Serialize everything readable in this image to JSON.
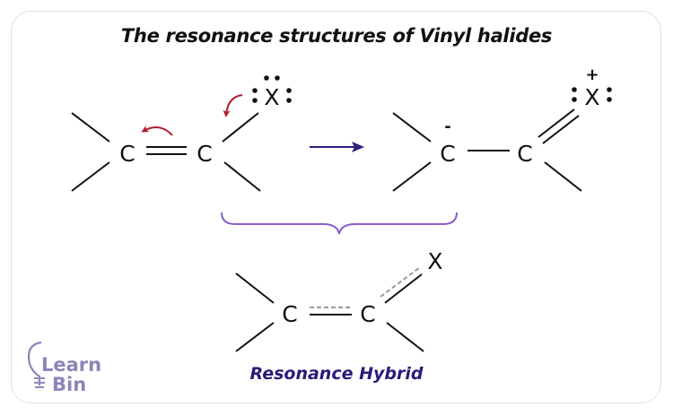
{
  "title": "The resonance structures of Vinyl halides",
  "structure_left": {
    "carbon_1": "C",
    "carbon_2": "C",
    "halogen": "X",
    "bond_type": "double C=C, single C-X",
    "arrows": [
      "curved-arrow-lone-pair-to-bond",
      "curved-arrow-pi-bond-to-carbon"
    ]
  },
  "structure_right": {
    "carbon_1": "C",
    "carbon_1_charge": "-",
    "carbon_2": "C",
    "halogen": "X",
    "halogen_charge": "+",
    "bond_type": "single C-C, double C=X"
  },
  "hybrid": {
    "carbon_1": "C",
    "carbon_2": "C",
    "halogen": "X",
    "caption": "Resonance Hybrid"
  },
  "logo": {
    "line1": "Learn",
    "line2": "Bin"
  },
  "colors": {
    "curved_arrow": "#b01c2e",
    "reaction_arrow": "#2f1f7a",
    "brace": "#8a5cd0",
    "caption": "#2a1a7a",
    "logo": "#8b86b8",
    "dashed_bond": "#9a9a9a"
  }
}
